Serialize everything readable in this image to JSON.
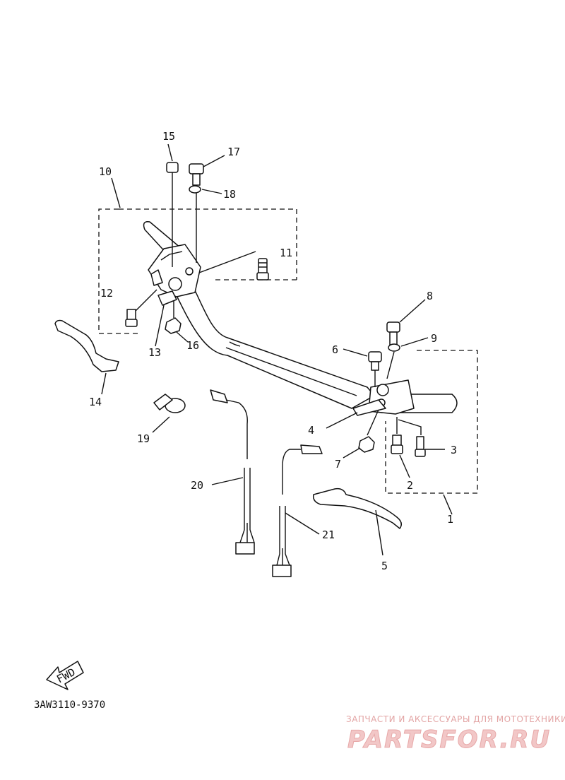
{
  "diagram": {
    "part_code": "3AW3110-9370",
    "fwd_label": "FWD",
    "callouts": {
      "c1": "1",
      "c2": "2",
      "c3": "3",
      "c4": "4",
      "c5": "5",
      "c6": "6",
      "c7": "7",
      "c8": "8",
      "c9": "9",
      "c10": "10",
      "c11": "11",
      "c12": "12",
      "c13": "13",
      "c14": "14",
      "c15": "15",
      "c16": "16",
      "c17": "17",
      "c18": "18",
      "c19": "19",
      "c20": "20",
      "c21": "21"
    }
  },
  "watermark": {
    "tagline": "ЗАПЧАСТИ И АКСЕССУАРЫ ДЛЯ МОТОТЕХНИКИ",
    "logo": "PARTSFOR.RU",
    "color": "#e9a7a7"
  }
}
